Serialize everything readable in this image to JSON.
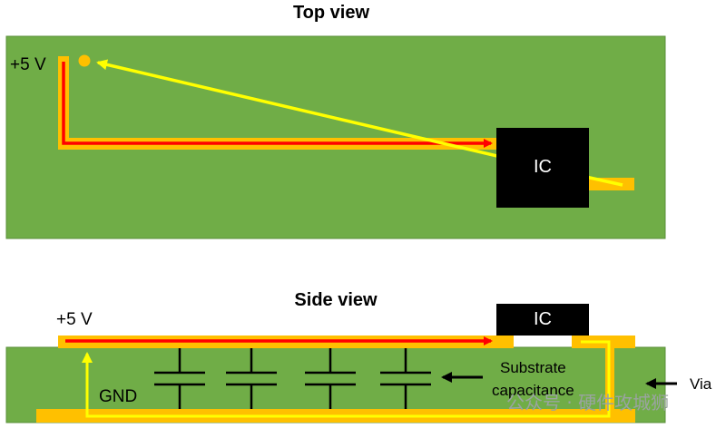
{
  "top_view": {
    "title": "Top view",
    "voltage_label": "+5 V",
    "ic_label": "IC"
  },
  "side_view": {
    "title": "Side view",
    "voltage_label": "+5 V",
    "ic_label": "IC",
    "gnd_label": "GND",
    "substrate_label_line1": "Substrate",
    "substrate_label_line2": "capacitance",
    "via_label": "Via"
  },
  "watermark": "公众号 · 硬件攻城狮",
  "colors": {
    "board": "#70ad47",
    "trace": "#ffc000",
    "current_path": "#ff0000",
    "return_path": "#ffff00",
    "ic": "#000000"
  }
}
